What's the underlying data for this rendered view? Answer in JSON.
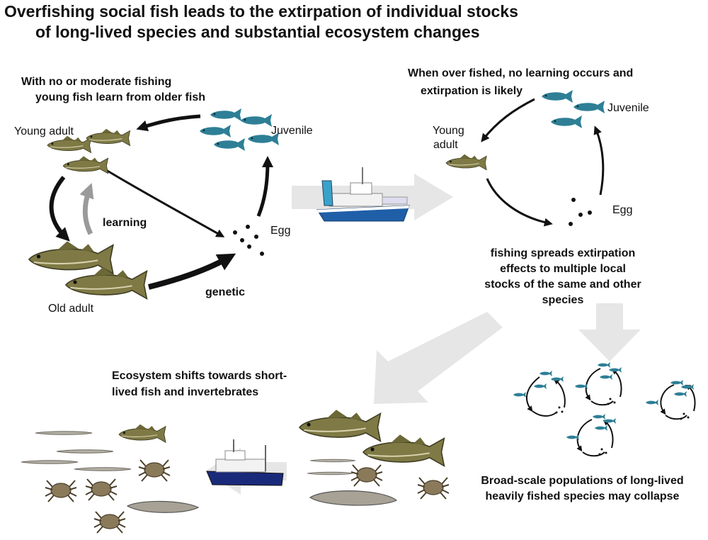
{
  "title": {
    "line1": "Overfishing social fish leads to the extirpation of individual stocks",
    "line2": "of long-lived species and substantial ecosystem changes"
  },
  "panel_left": {
    "heading_line1": "With no or moderate fishing",
    "heading_line2": "young fish learn from older fish",
    "young_adult": "Young adult",
    "old_adult": "Old adult",
    "juvenile": "Juvenile",
    "egg": "Egg",
    "learning": "learning",
    "genetic": "genetic"
  },
  "panel_right": {
    "heading_line1": "When over fished, no learning occurs and",
    "heading_line2": "extirpation is likely",
    "young_adult_line1": "Young",
    "young_adult_line2": "adult",
    "juvenile": "Juvenile",
    "egg": "Egg"
  },
  "spread": {
    "line1": "fishing spreads extirpation",
    "line2": "effects to multiple local",
    "line3": "stocks of the same and other",
    "line4": "species"
  },
  "ecosystem": {
    "line1": "Ecosystem shifts towards  short-",
    "line2": "lived fish and invertebrates"
  },
  "collapse": {
    "line1": "Broad-scale populations of long-lived",
    "line2": "heavily fished species may collapse"
  },
  "colors": {
    "juvenile_fish": "#2e7f96",
    "adult_fish": "#7f7a45",
    "learning_arrow": "#9a9a9a",
    "flow_arrow": "#e6e6e6",
    "boat_hull": "#1f5fa8",
    "crab": "#8a7a5a"
  },
  "icons": [
    "fishing-vessel-icon",
    "trawler-icon",
    "cod-icon",
    "crab-icon",
    "sandeel-icon",
    "egg-dot-icon"
  ]
}
